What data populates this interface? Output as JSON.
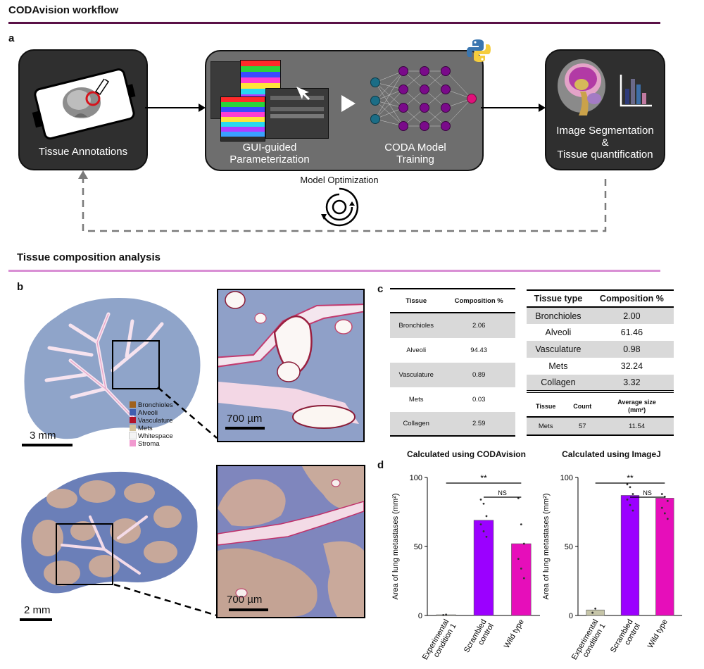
{
  "workflow": {
    "section_title": "CODAvision workflow",
    "panel_label": "a",
    "box1_label": "Tissue  Annotations",
    "box2_label1": "GUI-guided\nParameterization",
    "box2_label2": "CODA Model\nTraining",
    "box3_label": "Image Segmentation\n&\nTissue  quantification",
    "optimization_label": "Model  Optimization"
  },
  "composition": {
    "section_title": "Tissue composition analysis",
    "panel_b": "b",
    "panel_c": "c",
    "panel_d": "d",
    "scale_top_left": "3 mm",
    "scale_top_zoom": "700 µm",
    "scale_bottom_left": "2 mm",
    "scale_bottom_zoom": "700 µm",
    "legend": [
      {
        "label": "Bronchioles",
        "color": "#a0611c"
      },
      {
        "label": "Alveoli",
        "color": "#3f5fb0"
      },
      {
        "label": "Vasculature",
        "color": "#b2142a"
      },
      {
        "label": "Mets",
        "color": "#d2c29a"
      },
      {
        "label": "Whitespace",
        "color": "#f4f4f4"
      },
      {
        "label": "Stroma",
        "color": "#f19ad0"
      }
    ]
  },
  "table1": {
    "headers": [
      "Tissue",
      "Composition  %"
    ],
    "rows": [
      [
        "Bronchioles",
        "2.06"
      ],
      [
        "Alveoli",
        "94.43"
      ],
      [
        "Vasculature",
        "0.89"
      ],
      [
        "Mets",
        "0.03"
      ],
      [
        "Collagen",
        "2.59"
      ]
    ]
  },
  "table2": {
    "headers": [
      "Tissue type",
      "Composition %"
    ],
    "rows": [
      [
        "Bronchioles",
        "2.00"
      ],
      [
        "Alveoli",
        "61.46"
      ],
      [
        "Vasculature",
        "0.98"
      ],
      [
        "Mets",
        "32.24"
      ],
      [
        "Collagen",
        "3.32"
      ]
    ]
  },
  "table3": {
    "headers": [
      "Tissue",
      "Count",
      "Average size",
      "(mm²)"
    ],
    "row": [
      "Mets",
      "57",
      "11.54"
    ]
  },
  "chart_data": [
    {
      "type": "bar",
      "title": "Calculated using CODAvision",
      "ylabel": "Area of lung metastases (mm²)",
      "categories": [
        "Experimental\ncondition 1",
        "Scrambled\ncontrol",
        "Wild type"
      ],
      "values": [
        0.5,
        69,
        52
      ],
      "colors": [
        "#c6c5a8",
        "#9b00ff",
        "#e60eba"
      ],
      "points": [
        [
          0.3,
          0.6
        ],
        [
          84,
          81,
          72,
          66,
          61,
          57
        ],
        [
          85,
          66,
          52,
          41,
          34,
          27
        ]
      ],
      "ylim": [
        0,
        100
      ],
      "yticks": [
        0,
        50,
        100
      ],
      "annotations": [
        {
          "text": "**",
          "from": 0,
          "to": 2
        },
        {
          "text": "NS",
          "from": 1,
          "to": 2
        }
      ]
    },
    {
      "type": "bar",
      "title": "Calculated using ImageJ",
      "ylabel": "Area of lung metastases (mm²)",
      "categories": [
        "Experimental\ncondition 1",
        "Scrambled\ncontrol",
        "Wild type"
      ],
      "values": [
        4,
        87,
        85
      ],
      "colors": [
        "#c6c5a8",
        "#9b00ff",
        "#e60eba"
      ],
      "points": [
        [
          2,
          5
        ],
        [
          95,
          93,
          88,
          84,
          80,
          76
        ],
        [
          88,
          86,
          83,
          78,
          74,
          70
        ]
      ],
      "ylim": [
        0,
        100
      ],
      "yticks": [
        0,
        50,
        100
      ],
      "annotations": [
        {
          "text": "**",
          "from": 0,
          "to": 2
        },
        {
          "text": "NS",
          "from": 1,
          "to": 2
        }
      ]
    }
  ]
}
